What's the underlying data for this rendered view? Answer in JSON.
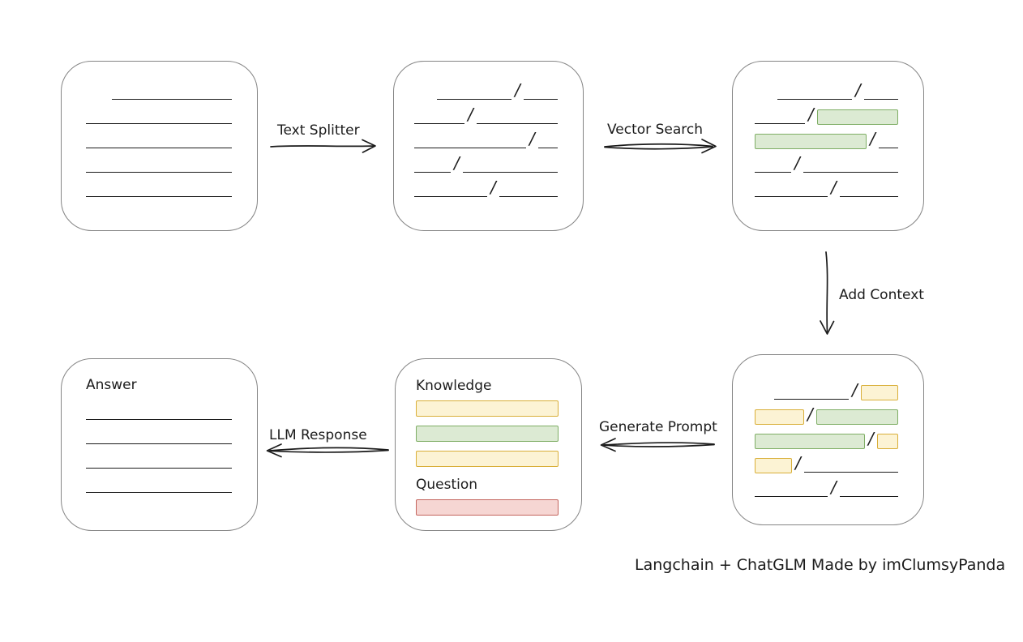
{
  "caption": {
    "text": "Langchain + ChatGLM Made by imClumsyPanda"
  },
  "glyphs": {
    "slash": "/"
  },
  "arrows": {
    "text_splitter": {
      "label": "Text Splitter",
      "direction": "right"
    },
    "vector_search": {
      "label": "Vector Search",
      "direction": "right"
    },
    "add_context": {
      "label": "Add Context",
      "direction": "down"
    },
    "generate_prompt": {
      "label": "Generate Prompt",
      "direction": "left"
    },
    "llm_response": {
      "label": "LLM Response",
      "direction": "left"
    }
  },
  "boxes": {
    "document": {
      "description": "source document with plain text lines",
      "rows": [
        [
          [
            "sp",
            32
          ],
          [
            "ln",
            148
          ]
        ],
        [
          [
            "ln",
            180
          ]
        ],
        [
          [
            "ln",
            180
          ]
        ],
        [
          [
            "ln",
            180
          ]
        ],
        [
          [
            "ln",
            180
          ]
        ]
      ]
    },
    "split_chunks": {
      "description": "document split into chunks separated by slashes",
      "rows": [
        [
          [
            "sp",
            28
          ],
          [
            "ln",
            92
          ],
          [
            "sl",
            0
          ],
          [
            "ln",
            42
          ]
        ],
        [
          [
            "ln",
            62
          ],
          [
            "sl",
            0
          ],
          [
            "ln",
            100
          ]
        ],
        [
          [
            "ln",
            138
          ],
          [
            "sl",
            0
          ],
          [
            "ln",
            24
          ]
        ],
        [
          [
            "ln",
            45
          ],
          [
            "sl",
            0
          ],
          [
            "ln",
            117
          ]
        ],
        [
          [
            "ln",
            90
          ],
          [
            "sl",
            0
          ],
          [
            "ln",
            72
          ]
        ]
      ]
    },
    "matched_chunks": {
      "description": "vector search result - green chunks are matches",
      "rows": [
        [
          [
            "sp",
            28
          ],
          [
            "ln",
            92
          ],
          [
            "sl",
            0
          ],
          [
            "ln",
            42
          ]
        ],
        [
          [
            "ln",
            62
          ],
          [
            "sl",
            0
          ],
          [
            "gr",
            100
          ]
        ],
        [
          [
            "gr",
            138
          ],
          [
            "sl",
            0
          ],
          [
            "ln",
            24
          ]
        ],
        [
          [
            "ln",
            45
          ],
          [
            "sl",
            0
          ],
          [
            "ln",
            117
          ]
        ],
        [
          [
            "ln",
            90
          ],
          [
            "sl",
            0
          ],
          [
            "ln",
            72
          ]
        ]
      ]
    },
    "context_chunks": {
      "description": "context added - yellow chunks are neighbor context, green are matches",
      "rows": [
        [
          [
            "sp",
            24
          ],
          [
            "ln",
            92
          ],
          [
            "sl",
            0
          ],
          [
            "yl",
            46
          ]
        ],
        [
          [
            "yl",
            61
          ],
          [
            "sl",
            0
          ],
          [
            "gr",
            101
          ]
        ],
        [
          [
            "gr",
            136
          ],
          [
            "sl",
            0
          ],
          [
            "yl",
            26
          ]
        ],
        [
          [
            "yl",
            46
          ],
          [
            "sl",
            0
          ],
          [
            "ln",
            116
          ]
        ],
        [
          [
            "ln",
            90
          ],
          [
            "sl",
            0
          ],
          [
            "ln",
            72
          ]
        ]
      ]
    },
    "prompt": {
      "knowledge_label": "Knowledge",
      "question_label": "Question"
    },
    "answer": {
      "label": "Answer",
      "rows": [
        [
          [
            "ln",
            180
          ]
        ],
        [
          [
            "ln",
            180
          ]
        ],
        [
          [
            "ln",
            180
          ]
        ],
        [
          [
            "ln",
            180
          ]
        ]
      ]
    }
  },
  "colors": {
    "ink": "#1b1b1b",
    "box_border": "#858585",
    "green_fill": "#dcead3",
    "green_border": "#7fae65",
    "yellow_fill": "#fcf3d4",
    "yellow_border": "#d9af39",
    "red_fill": "#f6d6d3",
    "red_border": "#c4655e"
  }
}
